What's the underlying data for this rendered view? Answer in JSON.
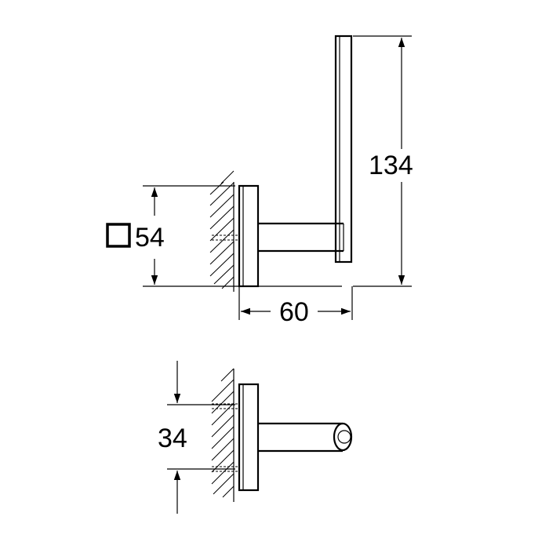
{
  "top_view": {
    "height_dimension": "134",
    "depth_dimension": "60",
    "plate_size_dimension": "54",
    "square_symbol": "square-profile-icon"
  },
  "side_view": {
    "spacing_dimension": "34"
  }
}
